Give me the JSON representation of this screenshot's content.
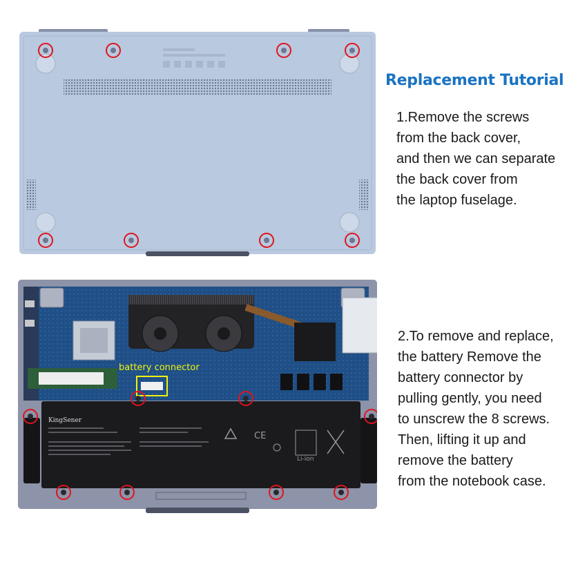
{
  "title": "Replacement Tutorial",
  "step1": {
    "lines": [
      "1.Remove the screws",
      "from the back cover,",
      "and then we can separate",
      "the back cover from",
      "the laptop fuselage."
    ]
  },
  "step2": {
    "lines": [
      "2.To remove and replace,",
      "the battery Remove the",
      "battery connector by",
      "pulling gently, you need",
      "to unscrew the 8 screws.",
      "Then, lifting it up and",
      "remove the battery",
      "from the notebook case."
    ]
  },
  "photo2": {
    "callout": "battery connector",
    "battery_brand": "KingSener",
    "battery_marks": [
      "CE",
      "Li-ion"
    ]
  },
  "colors": {
    "title": "#1a73c2",
    "screw_marker": "#e0141e",
    "connector_highlight": "#f2f20a",
    "back_cover": "#b9c9df",
    "motherboard": "#1f4f86",
    "battery": "#1b1b1d"
  }
}
